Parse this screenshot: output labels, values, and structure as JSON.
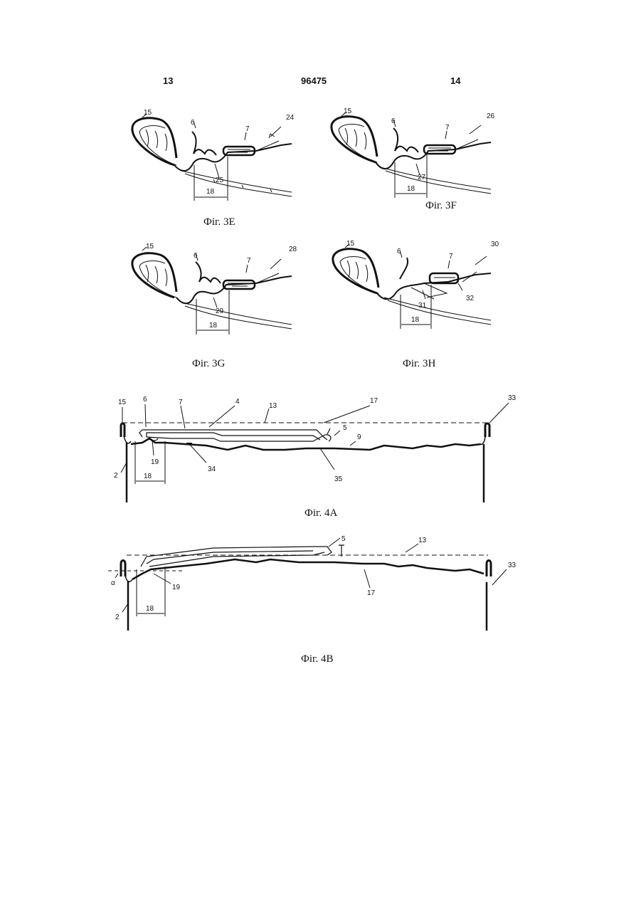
{
  "header": {
    "left_page": "13",
    "patent_number": "96475",
    "right_page": "14"
  },
  "figures": [
    {
      "caption": "Фіг. 3E",
      "labels": [
        "15",
        "6",
        "7",
        "24",
        "25",
        "18"
      ]
    },
    {
      "caption": "Фіг. 3F",
      "labels": [
        "15",
        "6",
        "7",
        "26",
        "27",
        "18"
      ]
    },
    {
      "caption": "Фіг. 3G",
      "labels": [
        "15",
        "6",
        "7",
        "28",
        "29",
        "18"
      ]
    },
    {
      "caption": "Фіг. 3H",
      "labels": [
        "15",
        "6",
        "7",
        "30",
        "32",
        "31",
        "18"
      ]
    },
    {
      "caption": "Фіг. 4A",
      "labels": [
        "15",
        "6",
        "7",
        "4",
        "13",
        "17",
        "33",
        "5",
        "9",
        "2",
        "19",
        "34",
        "35",
        "18"
      ]
    },
    {
      "caption": "Фіг. 4B",
      "labels": [
        "5",
        "13",
        "33",
        "α",
        "19",
        "17",
        "2",
        "18"
      ]
    }
  ]
}
